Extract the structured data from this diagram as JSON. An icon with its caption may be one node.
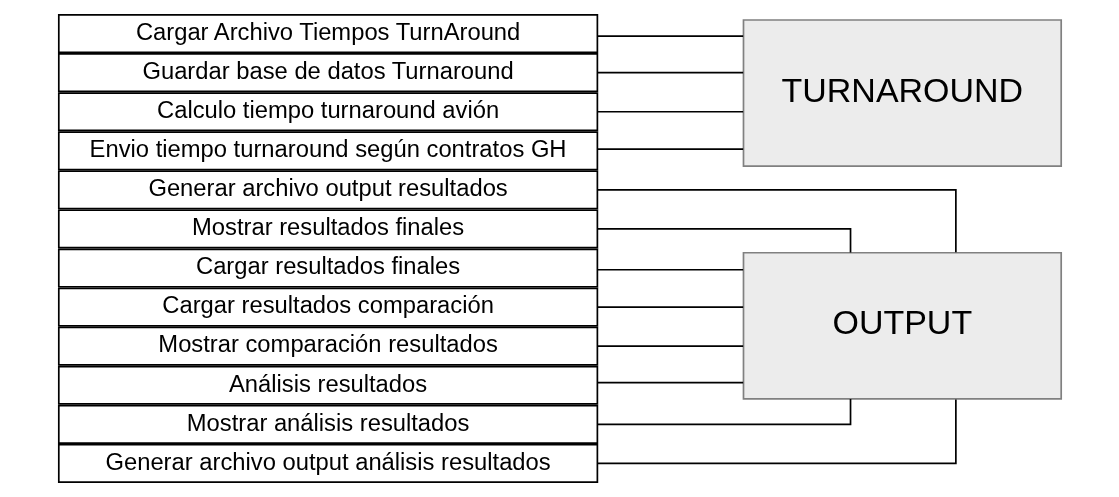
{
  "diagram": {
    "nodes": [
      {
        "text": [
          "Cargar Archivo Tiempos TurnAround"
        ]
      },
      {
        "text": [
          "Guardar base de datos Turnaround"
        ]
      },
      {
        "text": [
          "Calculo tiempo turnaround avión"
        ]
      },
      {
        "text": [
          "Envio tiempo turnaround según contratos GH"
        ]
      },
      {
        "text": [
          "TURNAROUND"
        ]
      },
      {
        "text": [
          "Generar archivo output resultados"
        ]
      },
      {
        "text": [
          "Mostrar resultados finales"
        ]
      },
      {
        "text": [
          "Cargar resultados finales"
        ]
      },
      {
        "text": [
          "Cargar resultados comparación"
        ]
      },
      {
        "text": [
          "Mostrar comparación resultados"
        ]
      },
      {
        "text": [
          "Análisis resultados"
        ]
      },
      {
        "text": [
          "Mostrar análisis resultados"
        ]
      },
      {
        "text": [
          "Generar archivo output análisis resultados"
        ]
      },
      {
        "text": [
          "OUTPUT"
        ]
      }
    ],
    "edges": [
      {
        "from": 0,
        "to": 4,
        "arrow": "none"
      },
      {
        "from": 1,
        "to": 4,
        "arrow": "none"
      },
      {
        "from": 2,
        "to": 4,
        "arrow": "none"
      },
      {
        "from": 3,
        "to": 4,
        "arrow": "none"
      },
      {
        "from": 5,
        "to": 13,
        "arrow": "none"
      },
      {
        "from": 6,
        "to": 13,
        "arrow": "none"
      },
      {
        "from": 7,
        "to": 13,
        "arrow": "none"
      },
      {
        "from": 8,
        "to": 13,
        "arrow": "none"
      },
      {
        "from": 9,
        "to": 13,
        "arrow": "none"
      },
      {
        "from": 10,
        "to": 13,
        "arrow": "none"
      },
      {
        "from": 11,
        "to": 13,
        "arrow": "none"
      },
      {
        "from": 12,
        "to": 13,
        "arrow": "none"
      }
    ]
  }
}
